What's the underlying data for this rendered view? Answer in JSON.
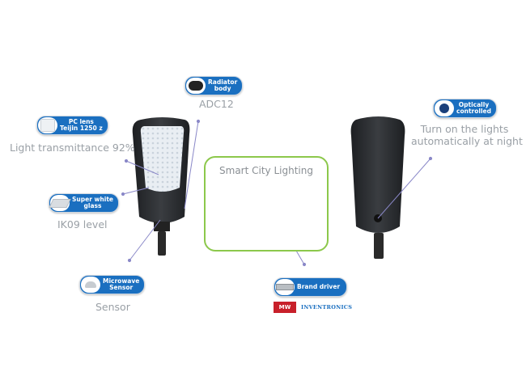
{
  "frame": {
    "title": "Smart City Lighting"
  },
  "features": {
    "radiator": {
      "badge_line1": "Radiator",
      "badge_line2": "body",
      "caption": "ADC12",
      "icon": "radiator-body-icon"
    },
    "pc_lens": {
      "badge_line1": "PC lens",
      "badge_line2": "Teijin 1250 z",
      "caption": "Light transmittance 92%",
      "icon": "pc-lens-icon"
    },
    "glass": {
      "badge_line1": "Super white",
      "badge_line2": "glass",
      "caption": "IK09 level",
      "icon": "glass-sheet-icon"
    },
    "microwave": {
      "badge_line1": "Microwave",
      "badge_line2": "Sensor",
      "caption": "Sensor",
      "icon": "microwave-sensor-icon"
    },
    "driver": {
      "badge_line1": "Brand driver",
      "badge_line2": "",
      "icon": "driver-box-icon"
    },
    "optical": {
      "badge_line1": "Optically",
      "badge_line2": "controlled",
      "caption_line1": "Turn on the lights",
      "caption_line2": "automatically at night",
      "icon": "photocell-icon"
    }
  },
  "logos": {
    "meanwell": "MW",
    "inventronics": "INVENTRONICS"
  },
  "colors": {
    "badge": "#1a6fc0",
    "frame": "#8cc84b",
    "caption": "#9aa0a6",
    "lamp": "#2b2d30"
  }
}
